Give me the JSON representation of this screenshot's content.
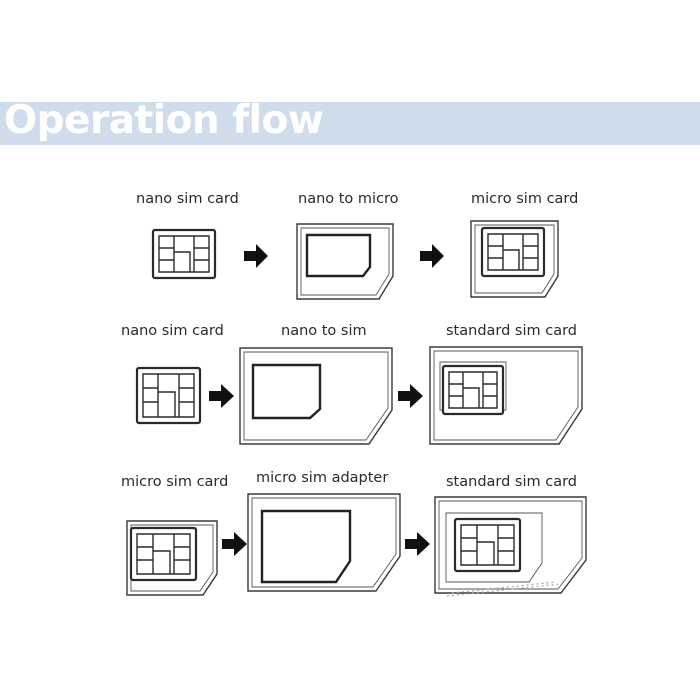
{
  "header": {
    "title": "Operation flow"
  },
  "rows": [
    {
      "steps": [
        "nano sim card",
        "nano to micro",
        "micro sim card"
      ]
    },
    {
      "steps": [
        "nano sim card",
        "nano to sim",
        "standard sim card"
      ]
    },
    {
      "steps": [
        "micro sim card",
        "micro sim adapter",
        "standard sim card"
      ]
    }
  ],
  "colors": {
    "banner": "#cfdcec",
    "banner_text": "#ffffff",
    "line": "#2a2a2a"
  },
  "icons": [
    "sim-card-icon",
    "sim-adapter-icon",
    "arrow-right-icon"
  ]
}
